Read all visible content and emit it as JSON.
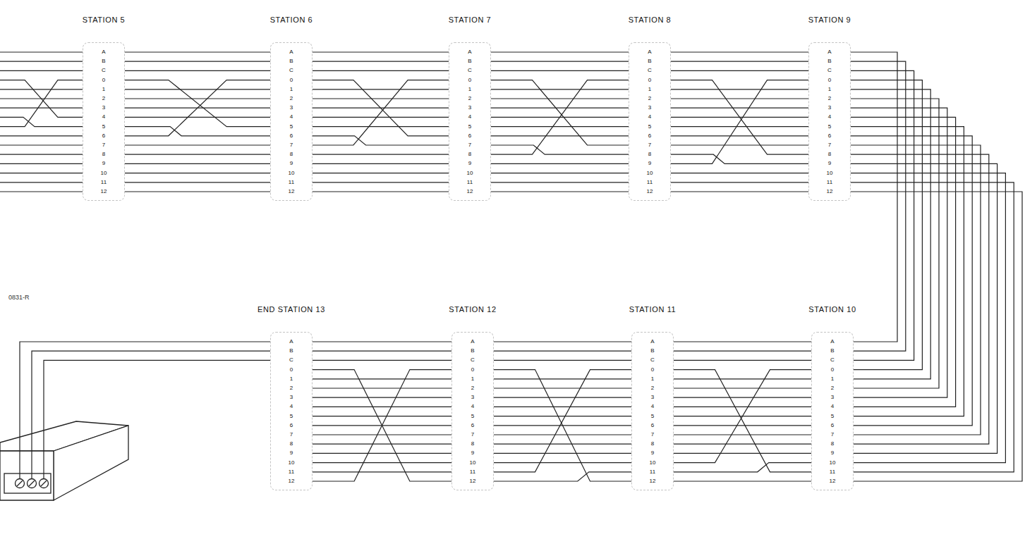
{
  "diagram": {
    "nodes": [
      {
        "text": [
          "STATION 5"
        ]
      },
      {
        "text": [
          "STATION 6"
        ]
      },
      {
        "text": [
          "STATION 7"
        ]
      },
      {
        "text": [
          "STATION 8"
        ]
      },
      {
        "text": [
          "STATION 9"
        ]
      },
      {
        "text": [
          "END STATION 13"
        ]
      },
      {
        "text": [
          "STATION 12"
        ]
      },
      {
        "text": [
          "STATION 11"
        ]
      },
      {
        "text": [
          "STATION 10"
        ]
      }
    ],
    "edges": [
      {
        "from": 0,
        "to": 1,
        "arrow": "none"
      },
      {
        "from": 1,
        "to": 2,
        "arrow": "none"
      },
      {
        "from": 2,
        "to": 3,
        "arrow": "none"
      },
      {
        "from": 3,
        "to": 4,
        "arrow": "none"
      },
      {
        "from": 4,
        "to": 8,
        "arrow": "none"
      },
      {
        "from": 8,
        "to": 7,
        "arrow": "none"
      },
      {
        "from": 7,
        "to": 6,
        "arrow": "none"
      },
      {
        "from": 6,
        "to": 5,
        "arrow": "none"
      }
    ],
    "labels": [
      "0831-R",
      "A",
      "B",
      "C",
      "0",
      "1",
      "2",
      "3",
      "4",
      "5",
      "6",
      "7",
      "8",
      "9",
      "10",
      "11",
      "12",
      "A",
      "B",
      "C",
      "0",
      "1",
      "2",
      "3",
      "4",
      "5",
      "6",
      "7",
      "8",
      "9",
      "10",
      "11",
      "12",
      "A",
      "B",
      "C",
      "0",
      "1",
      "2",
      "3",
      "4",
      "5",
      "6",
      "7",
      "8",
      "9",
      "10",
      "11",
      "12",
      "A",
      "B",
      "C",
      "0",
      "1",
      "2",
      "3",
      "4",
      "5",
      "6",
      "7",
      "8",
      "9",
      "10",
      "11",
      "12",
      "A",
      "B",
      "C",
      "0",
      "1",
      "2",
      "3",
      "4",
      "5",
      "6",
      "7",
      "8",
      "9",
      "10",
      "11",
      "12",
      "A",
      "B",
      "C",
      "0",
      "1",
      "2",
      "3",
      "4",
      "5",
      "6",
      "7",
      "8",
      "9",
      "10",
      "11",
      "12",
      "A",
      "B",
      "C",
      "0",
      "1",
      "2",
      "3",
      "4",
      "5",
      "6",
      "7",
      "8",
      "9",
      "10",
      "11",
      "12",
      "A",
      "B",
      "C",
      "0",
      "1",
      "2",
      "3",
      "4",
      "5",
      "6",
      "7",
      "8",
      "9",
      "10",
      "11",
      "12",
      "A",
      "B",
      "C",
      "0",
      "1",
      "2",
      "3",
      "4",
      "5",
      "6",
      "7",
      "8",
      "9",
      "10",
      "11",
      "12"
    ]
  }
}
